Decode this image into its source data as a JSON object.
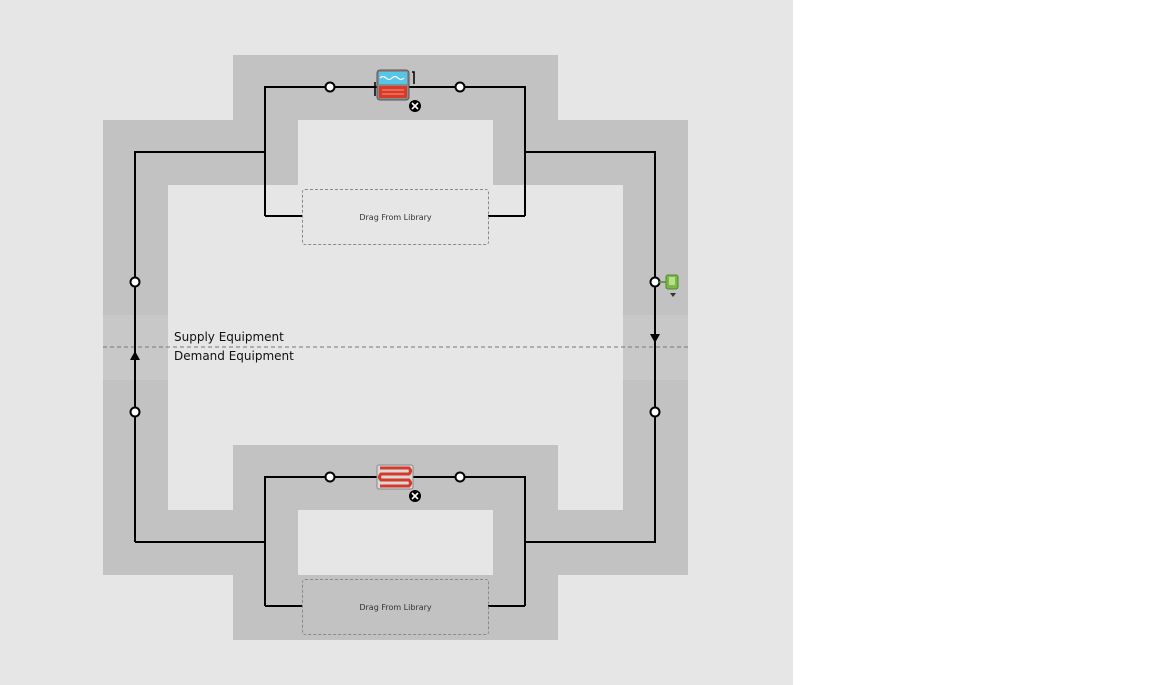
{
  "colors": {
    "canvas": "#e6e6e6",
    "loop_band": "#c2c2c2",
    "pipe": "#000000",
    "divider": "#777777",
    "setpoint_green": "#7ab648"
  },
  "labels": {
    "supply": "Supply Equipment",
    "demand": "Demand Equipment"
  },
  "supply_branch": {
    "drop_zone": "Drag From Library",
    "component_icon": "water-heater-icon",
    "remove_icon": "remove-x-icon"
  },
  "demand_branch": {
    "drop_zone": "Drag From Library",
    "component_icon": "radiant-coil-icon",
    "remove_icon": "remove-x-icon"
  },
  "setpoint": {
    "icon": "setpoint-manager-icon"
  }
}
